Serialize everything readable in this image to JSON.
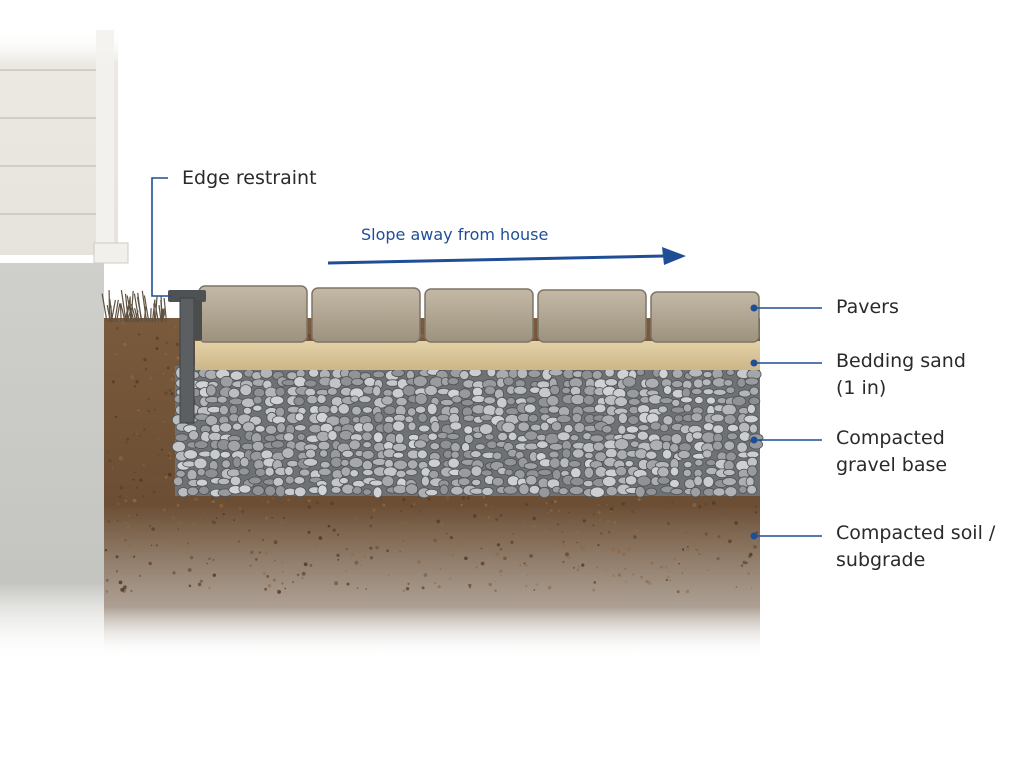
{
  "labels": {
    "edge_restraint": "Edge restraint",
    "slope": "Slope away from house",
    "pavers": "Pavers",
    "bedding_sand_1": "Bedding sand",
    "bedding_sand_2": "(1 in)",
    "gravel_1": "Compacted",
    "gravel_2": "gravel base",
    "soil_1": "Compacted soil /",
    "soil_2": "subgrade"
  },
  "colors": {
    "callout_line": "#1f4e96",
    "slope_arrow": "#1f4e96",
    "label_text": "#2a2a2a",
    "paver": "#b3a894",
    "sand": "#dcc89c",
    "gravel": "#8a8d90",
    "soil": "#6e5137",
    "house_siding": "#e9e7e1",
    "foundation": "#c9c9c5",
    "edge_restraint": "#5a5c5e"
  }
}
